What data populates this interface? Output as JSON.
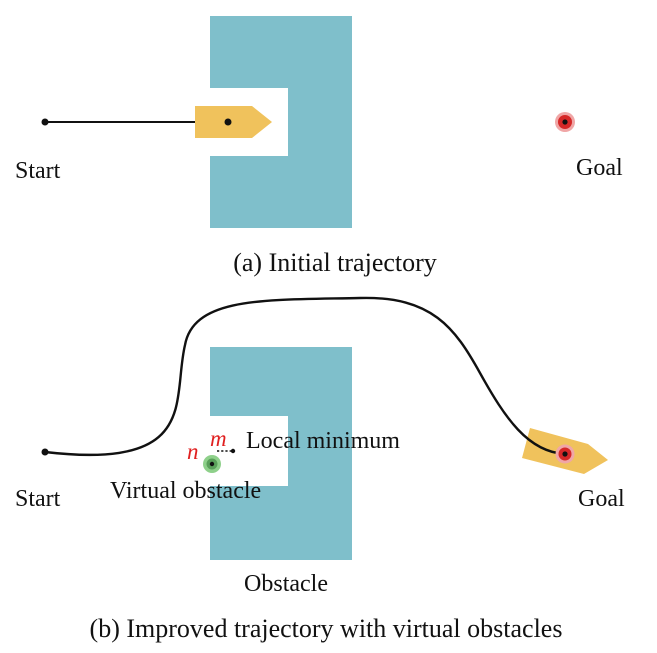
{
  "colors": {
    "obstacle": "#7fbfcb",
    "vehicle": "#f0c25c",
    "goal_outer": "#f0a6a6",
    "goal_mid": "#d62828",
    "virtual_outer": "#8ed08a",
    "virtual_inner": "#5aa05a",
    "path": "#111111",
    "red_label": "#e02020"
  },
  "panel_a": {
    "start_label": "Start",
    "goal_label": "Goal",
    "caption": "(a) Initial trajectory"
  },
  "panel_b": {
    "start_label": "Start",
    "goal_label": "Goal",
    "n_label": "n",
    "m_label": "m",
    "local_minimum_label": "Local minimum",
    "virtual_obstacle_label": "Virtual obstacle",
    "obstacle_label": "Obstacle",
    "caption": "(b) Improved trajectory with virtual obstacles"
  }
}
